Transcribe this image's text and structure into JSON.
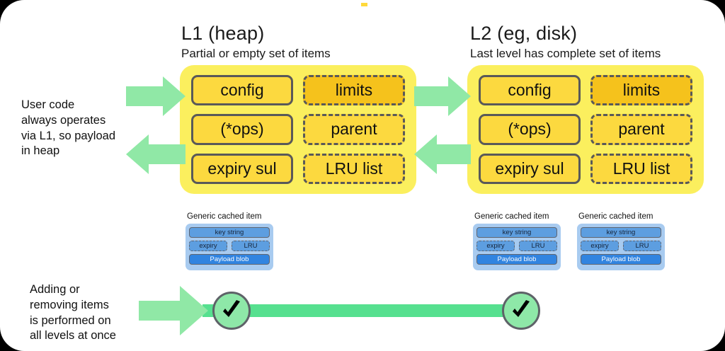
{
  "levels": [
    {
      "title": "L1 (heap)",
      "subtitle": "Partial or empty set of items",
      "left_column": [
        "config",
        "(*ops)",
        "expiry sul"
      ],
      "right_column": [
        "limits",
        "parent",
        "LRU list"
      ]
    },
    {
      "title": "L2 (eg, disk)",
      "subtitle": "Last level has complete set of items",
      "left_column": [
        "config",
        "(*ops)",
        "expiry sul"
      ],
      "right_column": [
        "limits",
        "parent",
        "LRU list"
      ]
    }
  ],
  "annotations": {
    "user_code": "User code\nalways operates\nvia L1, so payload\nin heap",
    "user_code_lines": [
      "User code",
      "always operates",
      "via L1, so payload",
      "in heap"
    ],
    "adding_removing_lines": [
      "Adding or",
      "removing items",
      "is performed on",
      "all levels at once"
    ]
  },
  "cached_items": [
    {
      "label": "Generic cached item",
      "key": "key string",
      "expiry": "expiry",
      "lru": "LRU",
      "payload": "Payload blob"
    },
    {
      "label": "Generic cached item",
      "key": "key string",
      "expiry": "expiry",
      "lru": "LRU",
      "payload": "Payload blob"
    },
    {
      "label": "Generic cached item",
      "key": "key string",
      "expiry": "expiry",
      "lru": "LRU",
      "payload": "Payload blob"
    }
  ],
  "icons": {
    "arrow_right": "arrow-right-icon",
    "arrow_left": "arrow-left-icon",
    "check": "check-icon"
  },
  "colors": {
    "panel_bg": "#fbef5e",
    "cell_bg": "#fcd93f",
    "cell_highlight": "#f5c21c",
    "cell_border": "#595959",
    "arrow_green": "#90e8a6",
    "track_green": "#56e08f",
    "check_circle": "#8ee8a8",
    "item_bg": "#a8cbf0",
    "item_box": "#5d9ee0",
    "payload_box": "#3184e0",
    "canvas": "#ffffff",
    "frame": "#000000"
  }
}
